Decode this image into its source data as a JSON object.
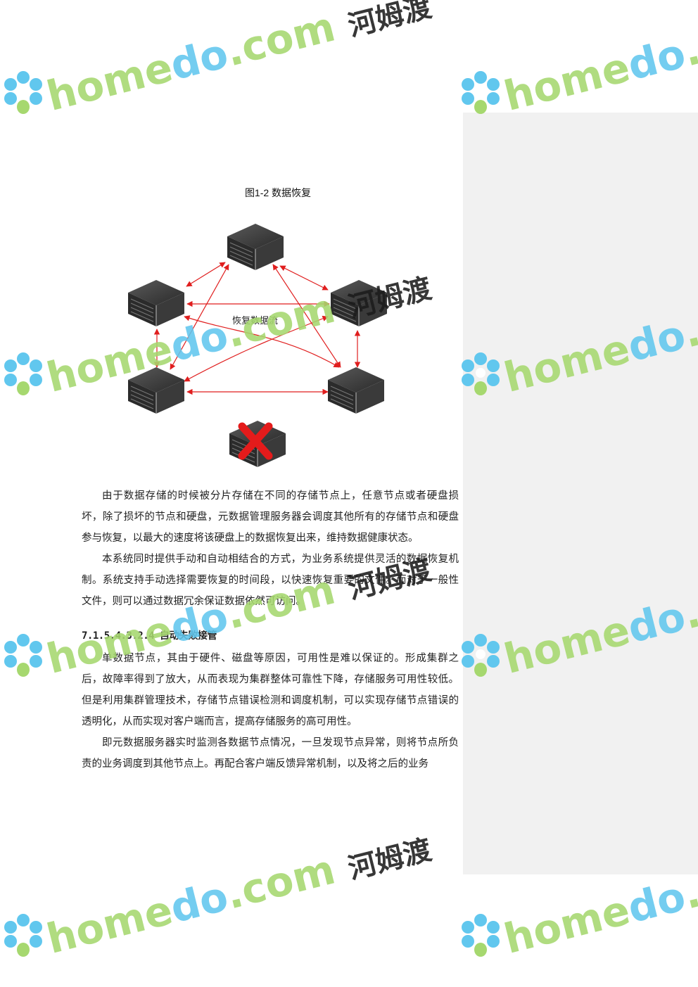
{
  "figure": {
    "caption": "图1-2  数据恢复",
    "flow_label": "恢复数据流",
    "colors": {
      "arrow": "#e01e1e",
      "server": "#2f2f2f",
      "cross": "#e41b1b"
    },
    "icons": [
      "server-icon",
      "failed-server-icon",
      "cross-mark-icon"
    ]
  },
  "paragraphs": [
    "由于数据存储的时候被分片存储在不同的存储节点上，任意节点或者硬盘损坏，除了损坏的节点和硬盘，元数据管理服务器会调度其他所有的存储节点和硬盘参与恢复，以最大的速度将该硬盘上的数据恢复出来，维持数据健康状态。",
    "本系统同时提供手动和自动相结合的方式，为业务系统提供灵活的数据恢复机制。系统支持手动选择需要恢复的时间段，以快速恢复重要的文件。而对于一般性文件，则可以通过数据冗余保证数据依然可访问。"
  ],
  "section": {
    "heading": "7.1.5.4.3.2.4 自动失败接管",
    "paragraphs": [
      "单数据节点，其由于硬件、磁盘等原因，可用性是难以保证的。形成集群之后，故障率得到了放大，从而表现为集群整体可靠性下降，存储服务可用性较低。但是利用集群管理技术，存储节点错误检测和调度机制，可以实现存储节点错误的透明化，从而实现对客户端而言，提高存储服务的高可用性。",
      "即元数据服务器实时监测各数据节点情况，一旦发现节点异常，则将节点所负责的业务调度到其他节点上。再配合客户端反馈异常机制，以及将之后的业务"
    ]
  },
  "watermark": {
    "part1": "home",
    "part2": "do",
    "part3": ".com",
    "cn": "河姆渡",
    "colors": {
      "green": "#a6d86f",
      "blue": "#61c7ee"
    },
    "icon": "flower-logo-icon"
  }
}
